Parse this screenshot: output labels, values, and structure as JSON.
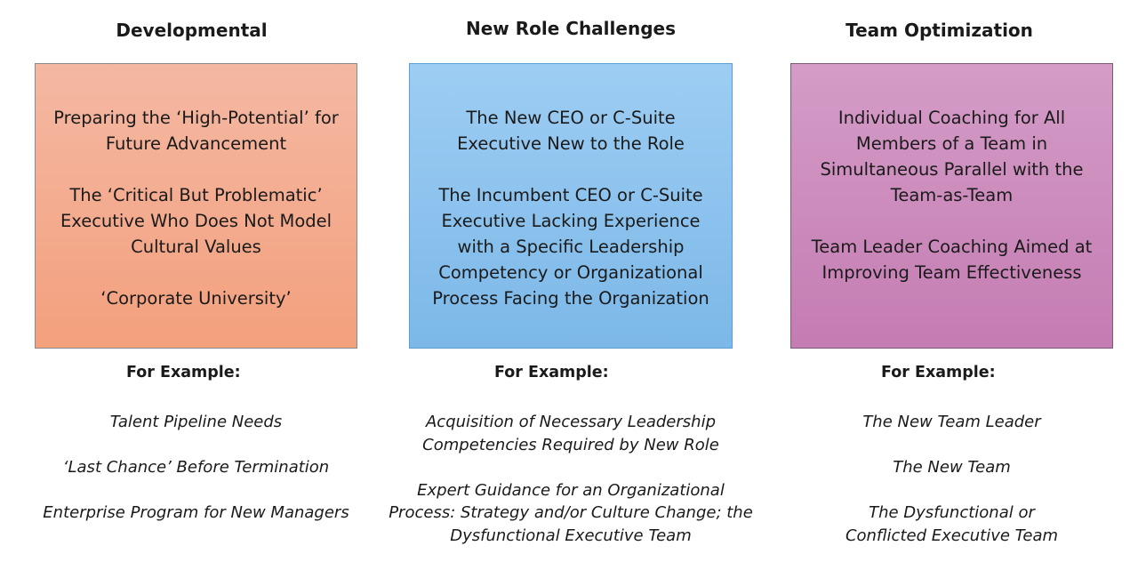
{
  "columns": [
    {
      "title": "Developmental",
      "box_items": [
        "Preparing the ‘High-Potential’ for\nFuture Advancement",
        "The ‘Critical But Problematic’\nExecutive Who Does Not Model\nCultural Values",
        "‘Corporate University’"
      ],
      "for_example": "For Example:",
      "examples": [
        "Talent Pipeline Needs",
        "‘Last Chance’ Before Termination",
        "Enterprise Program for New Managers"
      ]
    },
    {
      "title": "New Role Challenges",
      "box_items": [
        "The New CEO or C-Suite\nExecutive New to the Role",
        "The Incumbent CEO or C-Suite\nExecutive Lacking Experience\nwith a Specific Leadership\nCompetency or Organizational\nProcess Facing the Organization"
      ],
      "for_example": "For Example:",
      "examples": [
        "Acquisition of Necessary Leadership\nCompetencies Required by New Role",
        "Expert Guidance for an Organizational\nProcess: Strategy and/or Culture Change; the\nDysfunctional Executive Team"
      ]
    },
    {
      "title": "Team Optimization",
      "box_items": [
        "Individual Coaching for All\nMembers of a Team in\nSimultaneous Parallel with the\nTeam-as-Team",
        "Team Leader Coaching Aimed at\nImproving  Team Effectiveness"
      ],
      "for_example": "For Example:",
      "examples": [
        "The New Team Leader",
        "The New Team",
        "The Dysfunctional or\nConflicted Executive Team"
      ]
    }
  ],
  "colors": {
    "developmental": "#f3a989",
    "new_role": "#88c2ee",
    "team": "#cb8abd"
  }
}
